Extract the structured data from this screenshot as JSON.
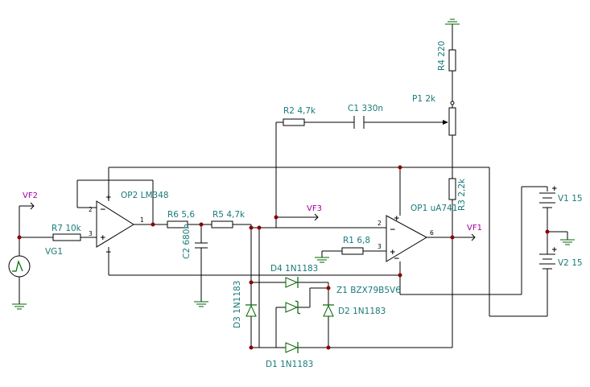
{
  "components": {
    "op2": {
      "label": "OP2 LM348",
      "pin_inv": "2",
      "pin_noninv": "3",
      "pin_out": "1"
    },
    "op1": {
      "label": "OP1 uA741",
      "pin_inv": "2",
      "pin_noninv": "3",
      "pin_out": "6"
    },
    "r7": "R7 10k",
    "r6": "R6 5,6",
    "r5": "R5 4,7k",
    "r2": "R2 4,7k",
    "r1": "R1 6,8",
    "r3": "R3 2,2k",
    "r4": "R4 220",
    "c1": "C1 330n",
    "c2": "C2 680n",
    "p1": "P1 2k",
    "d1": "D1 1N1183",
    "d2": "D2 1N1183",
    "d3": "D3 1N1183",
    "d4": "D4 1N1183",
    "z1": "Z1 BZX79B5V6",
    "vg1": "VG1",
    "v1": "V1 15",
    "v2": "V2 15"
  },
  "probes": {
    "vf1": "VF1",
    "vf2": "VF2",
    "vf3": "VF3"
  },
  "signs": {
    "plus": "+",
    "minus": "−"
  },
  "colors": {
    "wire": "#000000",
    "junction": "#8b0000",
    "label": "#1a7a7a",
    "probe_label": "#a000a0",
    "diode": "#006400",
    "ground": "#006400"
  }
}
